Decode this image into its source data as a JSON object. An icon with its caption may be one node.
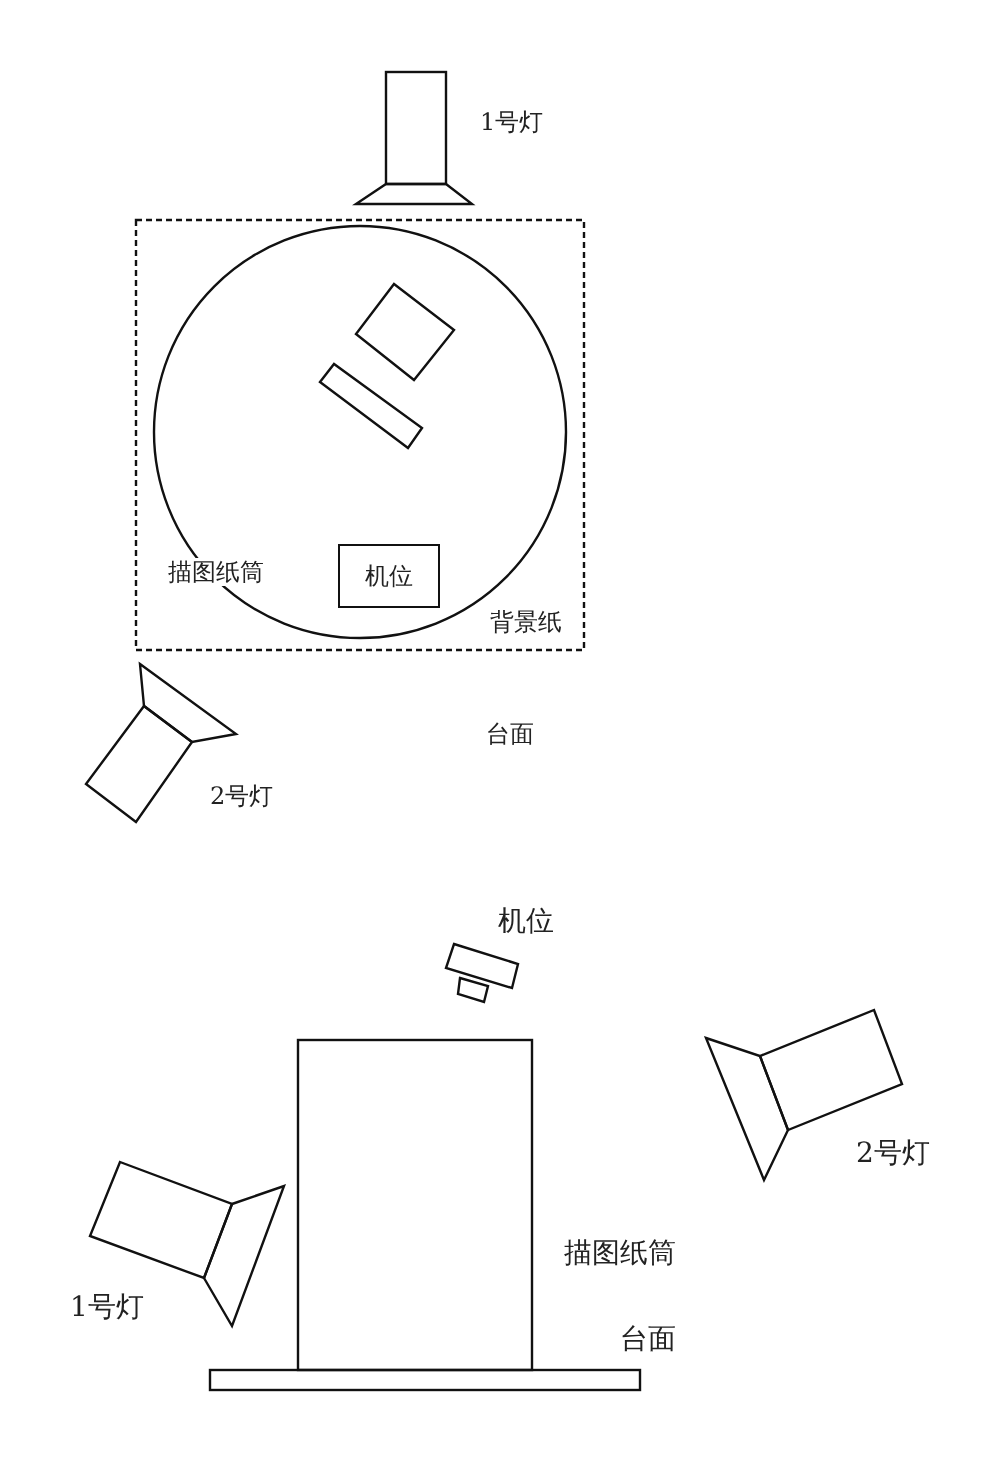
{
  "diagram": {
    "nodes": [
      {
        "text": [
          "机位"
        ]
      }
    ],
    "labels": [
      "1号灯",
      "描图纸筒",
      "背景纸",
      "台面",
      "2号灯",
      "机位",
      "2号灯",
      "描图纸筒",
      "1号灯",
      "台面"
    ]
  }
}
